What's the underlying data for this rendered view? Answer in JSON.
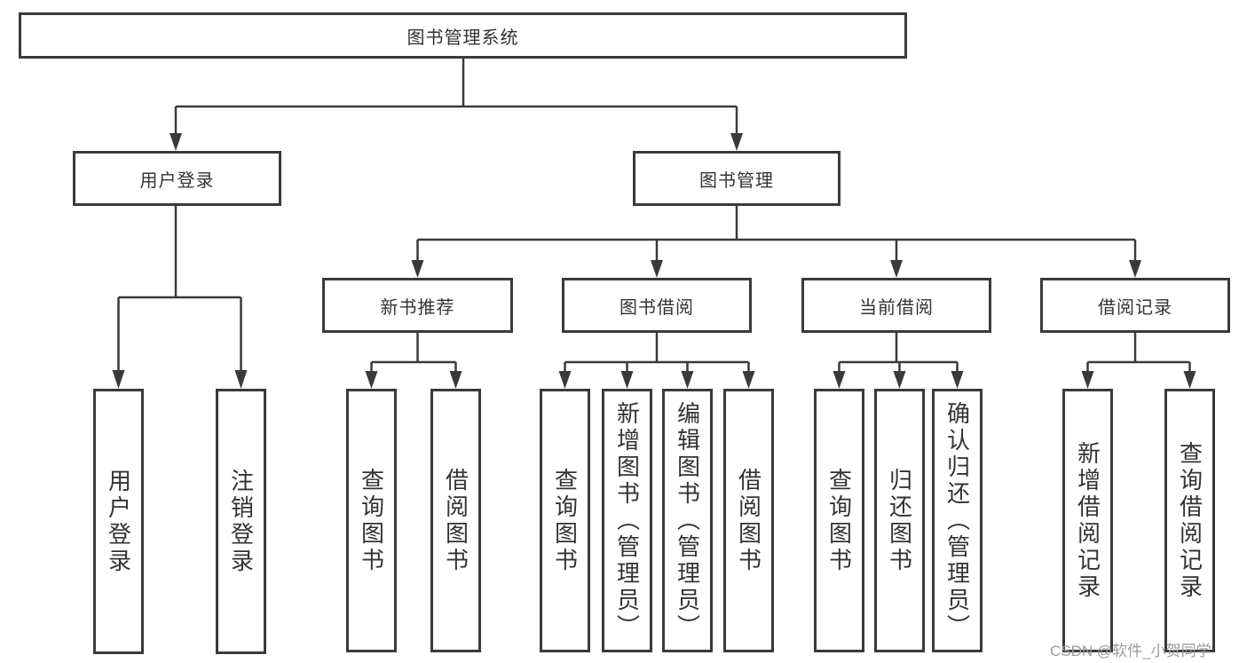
{
  "colors": {
    "line": "#3a3a3a",
    "text": "#333333",
    "background": "#ffffff",
    "watermark_color": "#9b9b9b"
  },
  "watermark": "CSDN @软件_小贺同学",
  "tree": {
    "root": "图书管理系统",
    "user_login": {
      "label": "用户登录",
      "children": [
        "用户登录",
        "注销登录"
      ]
    },
    "book_management": {
      "label": "图书管理",
      "groups": [
        {
          "label": "新书推荐",
          "children": [
            "查询图书",
            "借阅图书"
          ]
        },
        {
          "label": "图书借阅",
          "children": [
            "查询图书",
            "新增图书（管理员）",
            "编辑图书（管理员）",
            "借阅图书"
          ]
        },
        {
          "label": "当前借阅",
          "children": [
            "查询图书",
            "归还图书",
            "确认归还（管理员）"
          ]
        },
        {
          "label": "借阅记录",
          "children": [
            "新增借阅记录",
            "查询借阅记录"
          ]
        }
      ]
    }
  }
}
